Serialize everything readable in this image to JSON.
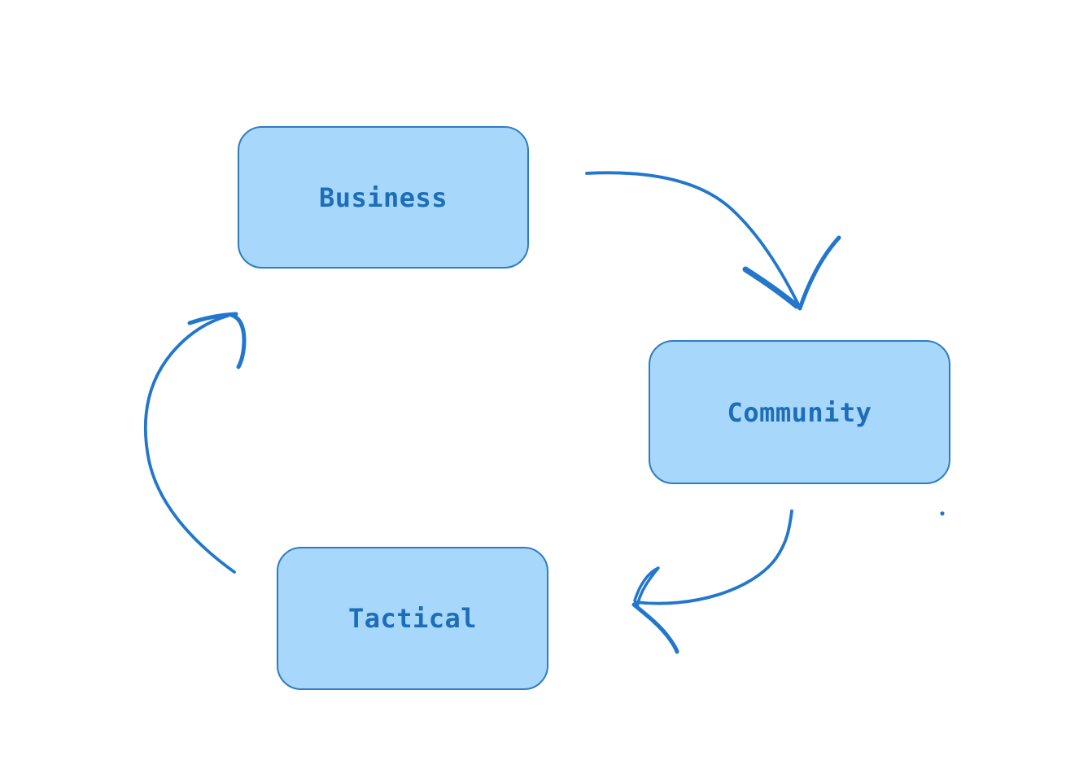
{
  "nodes": [
    {
      "id": "business",
      "label": "Business"
    },
    {
      "id": "community",
      "label": "Community"
    },
    {
      "id": "tactical",
      "label": "Tactical"
    }
  ],
  "edges": [
    {
      "from": "business",
      "to": "community",
      "style": "hand-drawn curved arrow"
    },
    {
      "from": "community",
      "to": "tactical",
      "style": "hand-drawn curved arrow"
    },
    {
      "from": "tactical",
      "to": "business",
      "style": "hand-drawn curved arrow"
    }
  ],
  "colors": {
    "canvas_bg": "#ffffff",
    "node_fill": "#a7d7fa",
    "node_border": "#2e7dc2",
    "node_text": "#1d6db8",
    "arrow_stroke": "#2277cc"
  }
}
